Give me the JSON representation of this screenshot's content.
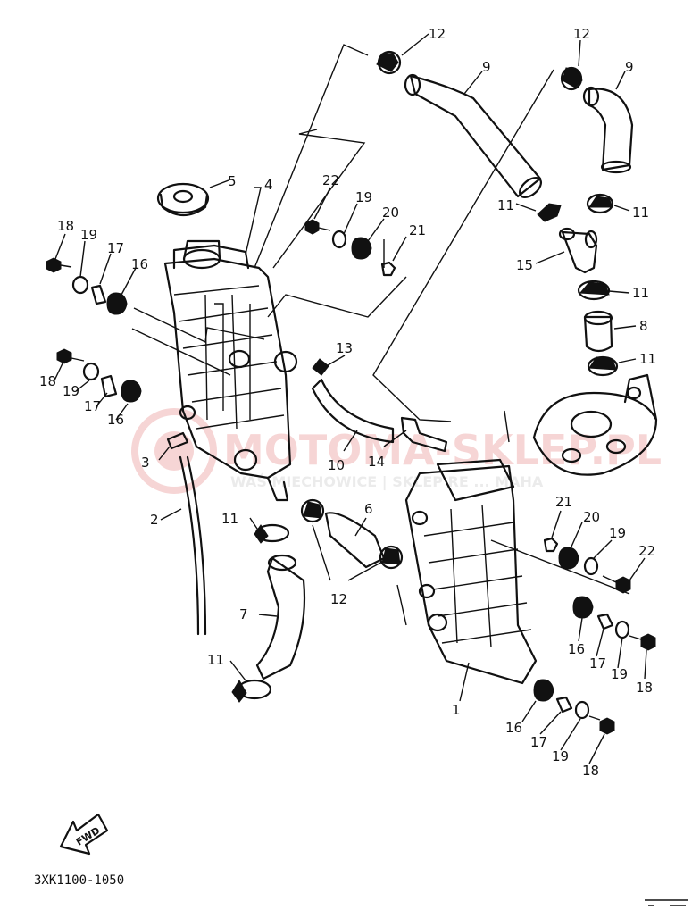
{
  "diagram_code": "3XK1100-1050",
  "fwd_label": "FWD",
  "watermark": {
    "title": "MOTOMA-SKLEP.PL",
    "subtitle": "WAŚ MIECHOWICE | SKLEP RE ... MAHA"
  },
  "callouts": {
    "c12a": "12",
    "c12b": "12",
    "c12c": "12",
    "c9a": "9",
    "c9b": "9",
    "c5": "5",
    "c4": "4",
    "c22a": "22",
    "c19a": "19",
    "c20a": "20",
    "c21a": "21",
    "c11a": "11",
    "c11b": "11",
    "c11c": "11",
    "c11d": "11",
    "c11e": "11",
    "c11f": "11",
    "c15": "15",
    "c8": "8",
    "c18a": "18",
    "c19b": "19",
    "c17a": "17",
    "c16a": "16",
    "c18b": "18",
    "c19c": "19",
    "c17b": "17",
    "c16b": "16",
    "c13": "13",
    "c3": "3",
    "c10": "10",
    "c14": "14",
    "c2": "2",
    "c6": "6",
    "c7": "7",
    "c1": "1",
    "c21b": "21",
    "c20b": "20",
    "c19d": "19",
    "c22b": "22",
    "c16c": "16",
    "c17c": "17",
    "c19e": "19",
    "c18c": "18",
    "c16d": "16",
    "c17d": "17",
    "c19f": "19",
    "c18d": "18"
  }
}
